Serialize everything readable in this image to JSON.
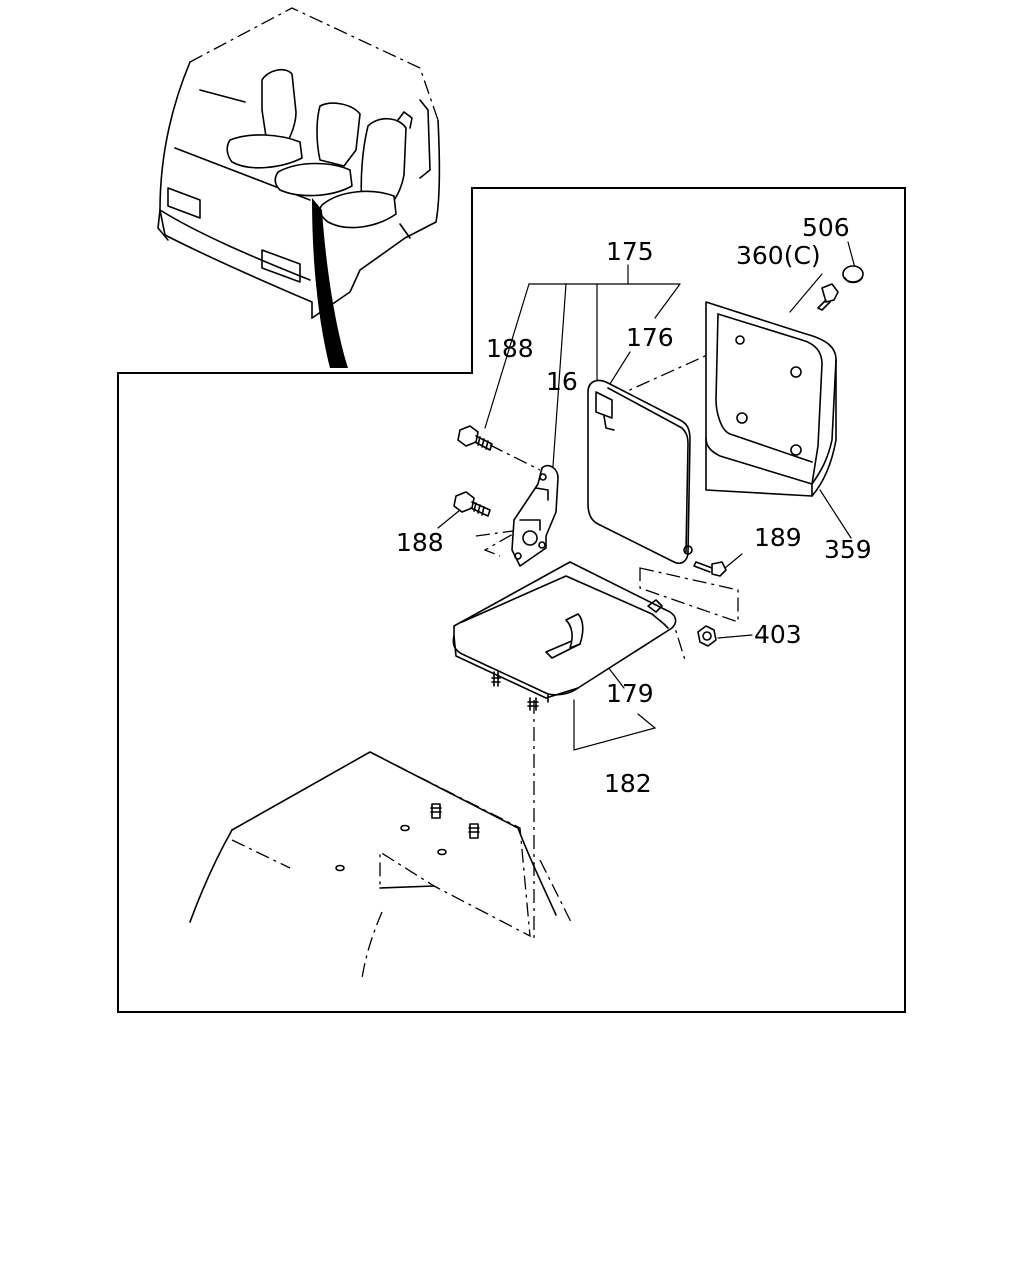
{
  "callouts": {
    "c175": "175",
    "c176": "176",
    "c188a": "188",
    "c16": "16",
    "c188b": "188",
    "c506": "506",
    "c360": "360(C)",
    "c359": "359",
    "c189": "189",
    "c403": "403",
    "c179": "179",
    "c182": "182"
  }
}
